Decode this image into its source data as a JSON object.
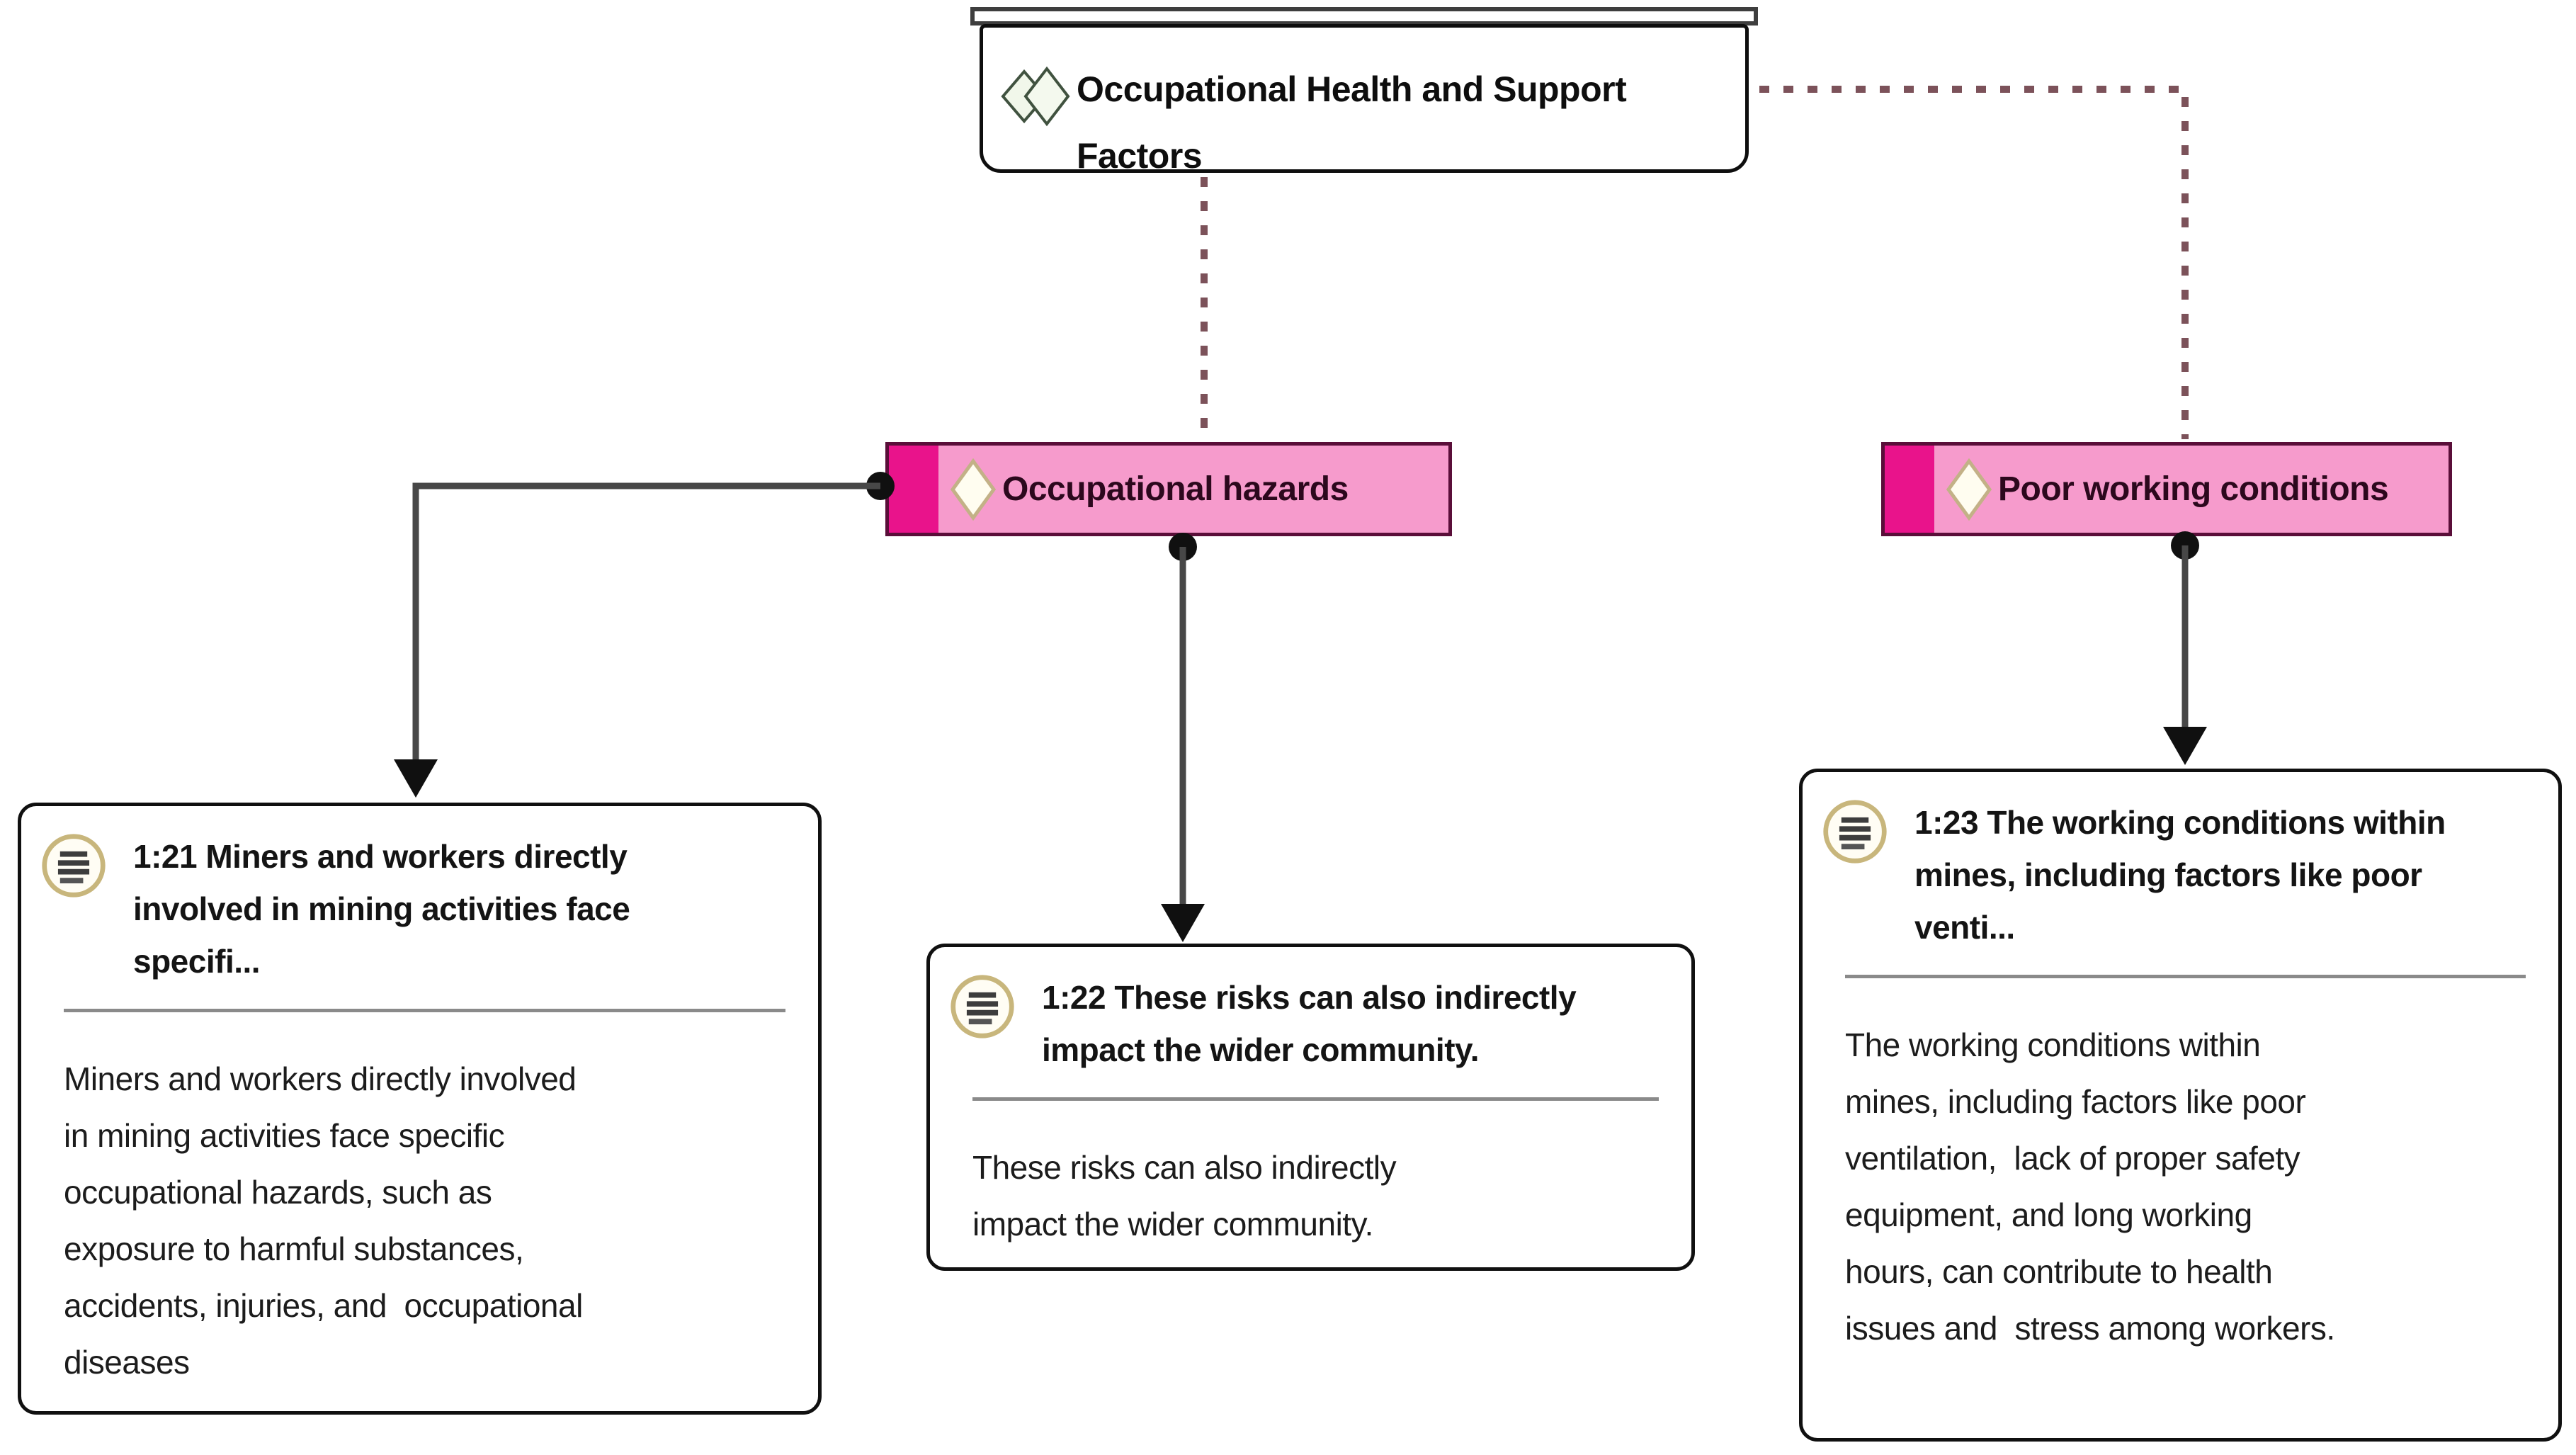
{
  "group_node": {
    "label": "Occupational Health and Support Factors",
    "display_label": "Occupational Health and Support\nFactors",
    "icon": "code-group-double-diamond-icon"
  },
  "code_nodes": [
    {
      "label": "Occupational hazards",
      "icon": "code-diamond-icon"
    },
    {
      "label": "Poor working conditions",
      "icon": "code-diamond-icon"
    }
  ],
  "quotation_nodes": [
    {
      "ref": "1:21",
      "header": "1:21 Miners and workers directly\ninvolved in mining activities face\nspecifi...",
      "body": "Miners and workers directly involved\nin mining activities face specific\noccupational hazards, such as\nexposure to harmful substances,\naccidents, injuries, and  occupational\ndiseases"
    },
    {
      "ref": "1:22",
      "header": "1:22 These risks can also indirectly\nimpact the wider community.",
      "body": "These risks can also indirectly\nimpact the wider community."
    },
    {
      "ref": "1:23",
      "header": "1:23 The working conditions within\nmines, including factors like poor\nventi...",
      "body": "The working conditions within\nmines, including factors like poor\nventilation,  lack of proper safety\nequipment, and long working\nhours, can contribute to health\nissues and  stress among workers."
    }
  ],
  "colors": {
    "code_accent": "#e9138b",
    "code_fill": "#f69bcc",
    "code_border": "#5a0e39",
    "code_text": "#2c081d",
    "dotted_link": "#7c525a",
    "solid_link": "#474747",
    "marker": "#101010",
    "quote_icon_ring": "#c8b67c",
    "group_icon_green": "#40523f",
    "separator": "#8a8a8a",
    "background": "#ffffff"
  }
}
